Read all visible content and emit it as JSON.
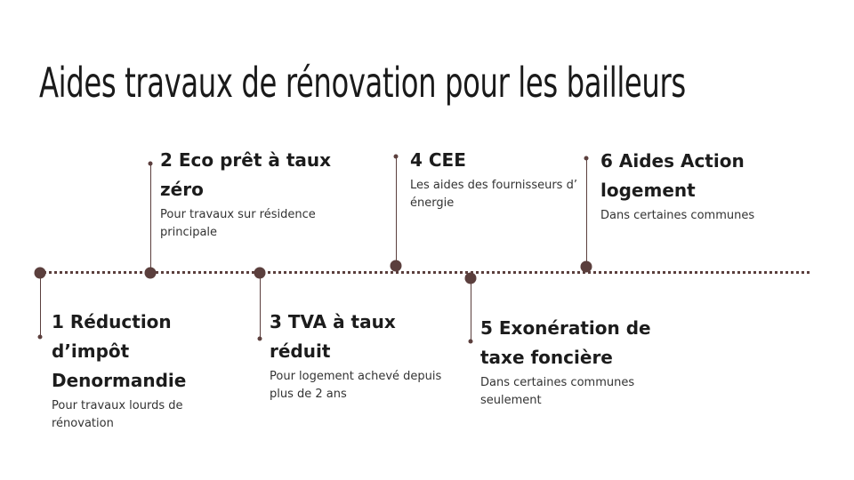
{
  "title": "Aides travaux de rénovation pour les bailleurs",
  "colors": {
    "accent": "#5b3f3d"
  },
  "items": [
    {
      "title": "1 Réduction d’impôt Denormandie",
      "desc": "Pour travaux lourds de rénovation"
    },
    {
      "title": "2 Eco prêt à taux zéro",
      "desc": "Pour travaux sur résidence principale"
    },
    {
      "title": "3 TVA à taux réduit",
      "desc": "Pour logement achevé depuis plus de 2 ans"
    },
    {
      "title": "4 CEE",
      "desc": "Les aides des fournisseurs d’ énergie"
    },
    {
      "title": "5 Exonération de taxe foncière",
      "desc": "Dans certaines communes seulement"
    },
    {
      "title": "6 Aides Action logement",
      "desc": "Dans certaines communes"
    }
  ]
}
